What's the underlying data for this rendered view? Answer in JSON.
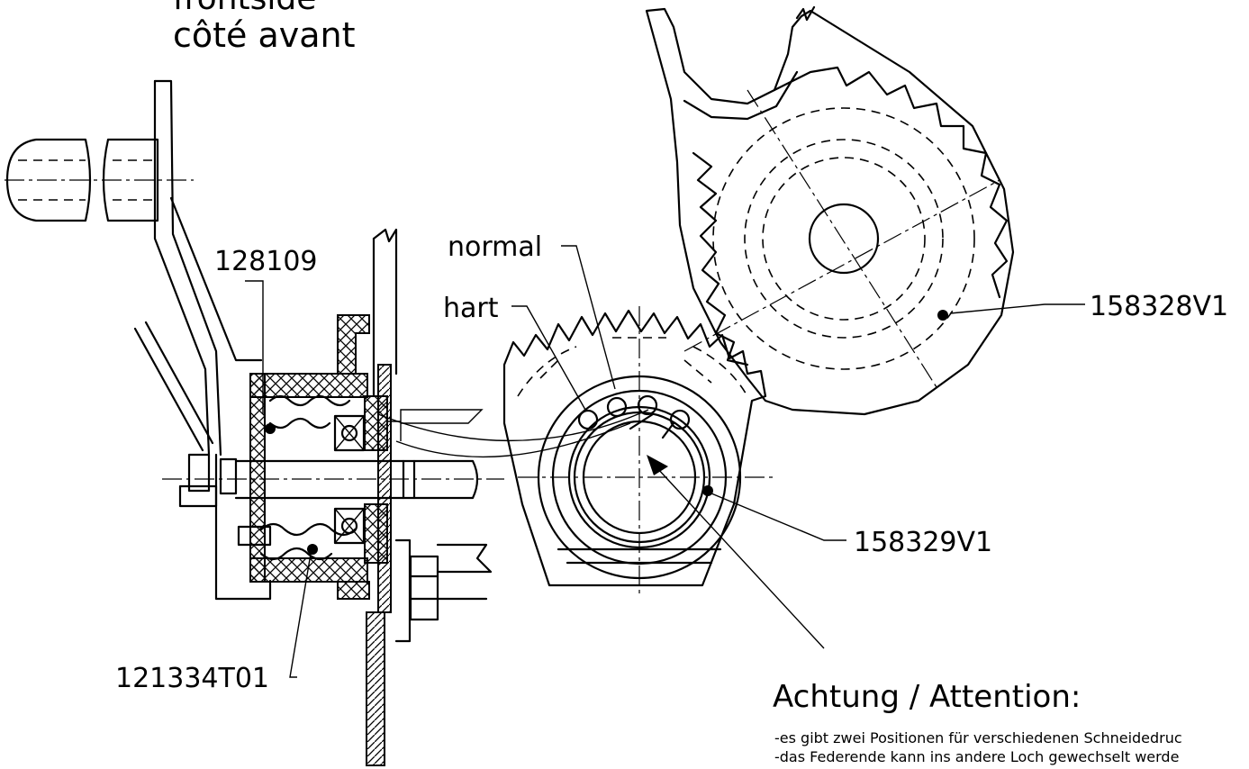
{
  "labels": {
    "front_side_partial": "frontside",
    "front_side_fr": "côté avant",
    "part_128109": "128109",
    "part_121334T01": "121334T01",
    "part_158328V1": "158328V1",
    "part_158329V1": "158329V1",
    "position_normal": "normal",
    "position_hart": "hart"
  },
  "note": {
    "heading": "Achtung / Attention:",
    "line1": "-es gibt zwei Positionen für verschiedenen Schneidedruc",
    "line2": "-das Federende kann ins andere Loch gewechselt werde"
  }
}
